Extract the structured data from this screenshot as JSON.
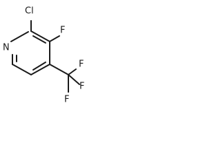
{
  "molecule": {
    "atoms": {
      "n1": "N",
      "cl": "Cl",
      "f1": "F",
      "f_top": "F",
      "f_right": "F",
      "f_bottom": "F"
    }
  }
}
